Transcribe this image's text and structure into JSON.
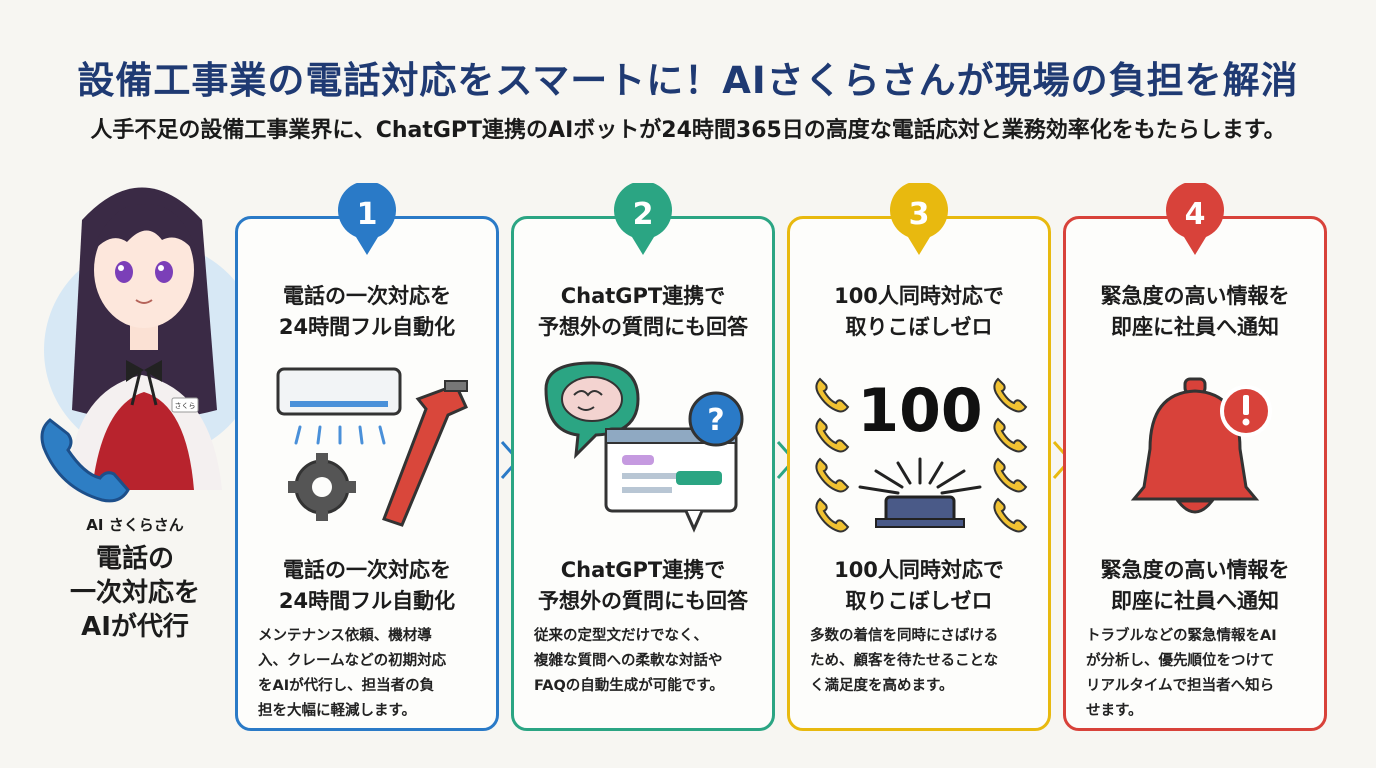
{
  "title": "設備工事業の電話対応をスマートに！AIさくらさんが現場の負担を解消",
  "subtitle": "人手不足の設備工事業界に、ChatGPT連携のAIボットが24時間365日の高度な電話応対と業務効率化をもたらします。",
  "mascot": {
    "name": "AI さくらさん",
    "badge_text": "さくら",
    "caption_lines": [
      "電話の",
      "一次対応を",
      "AIが代行"
    ]
  },
  "cards": [
    {
      "number": "1",
      "color": "#2a7ac7",
      "heading_lines": [
        "電話の一次対応を",
        "24時間フル自動化"
      ],
      "subheading_lines": [
        "電話の一次対応を",
        "24時間フル自動化"
      ],
      "description_lines": [
        "メンテナンス依頼、機材導",
        "入、クレームなどの初期対応",
        "をAIが代行し、担当者の負",
        "担を大幅に軽減します。"
      ]
    },
    {
      "number": "2",
      "color": "#2ba583",
      "heading_lines": [
        "ChatGPT連携で",
        "予想外の質問にも回答"
      ],
      "subheading_lines": [
        "ChatGPT連携で",
        "予想外の質問にも回答"
      ],
      "description_lines": [
        "従来の定型文だけでなく、",
        "複雑な質問への柔軟な対話や",
        "FAQの自動生成が可能です。"
      ]
    },
    {
      "number": "3",
      "color": "#e8b90f",
      "heading_lines": [
        "100人同時対応で",
        "取りこぼしゼロ"
      ],
      "illustration_text": "100",
      "subheading_lines": [
        "100人同時対応で",
        "取りこぼしゼロ"
      ],
      "description_lines": [
        "多数の着信を同時にさばける",
        "ため、顧客を待たせることな",
        "く満足度を高めます。"
      ]
    },
    {
      "number": "4",
      "color": "#d8423a",
      "heading_lines": [
        "緊急度の高い情報を",
        "即座に社員へ通知"
      ],
      "subheading_lines": [
        "緊急度の高い情報を",
        "即座に社員へ通知"
      ],
      "description_lines": [
        "トラブルなどの緊急情報をAI",
        "が分析し、優先順位をつけて",
        "リアルタイムで担当者へ知ら",
        "せます。"
      ]
    }
  ]
}
